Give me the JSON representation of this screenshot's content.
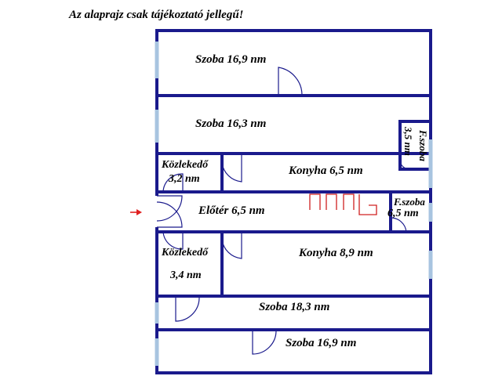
{
  "notice": "Az alaprajz csak tájékoztató jellegű!",
  "colors": {
    "wall": "#1a1a8c",
    "window": "#a8c4e0",
    "arrow": "#e02020",
    "stove": "#d02020"
  },
  "entrance_marker": "arrow-right",
  "rooms": {
    "szoba_1": "Szoba 16,9 nm",
    "szoba_2": "Szoba 16,3 nm",
    "furdo_1_line1": "F.szoba",
    "furdo_1_line2": "3,5 nm",
    "kozlekedo_1_line1": "Közlekedő",
    "kozlekedo_1_line2": "3,2 nm",
    "konyha_1": "Konyha 6,5 nm",
    "eloter": "Előtér 6,5 nm",
    "furdo_2_line1": "F.szoba",
    "furdo_2_line2": "6,5 nm",
    "kozlekedo_2_line1": "Közlekedő",
    "kozlekedo_2_line2": "3,4 nm",
    "konyha_2": "Konyha 8,9 nm",
    "szoba_3": "Szoba 18,3 nm",
    "szoba_4": "Szoba 16,9 nm"
  }
}
